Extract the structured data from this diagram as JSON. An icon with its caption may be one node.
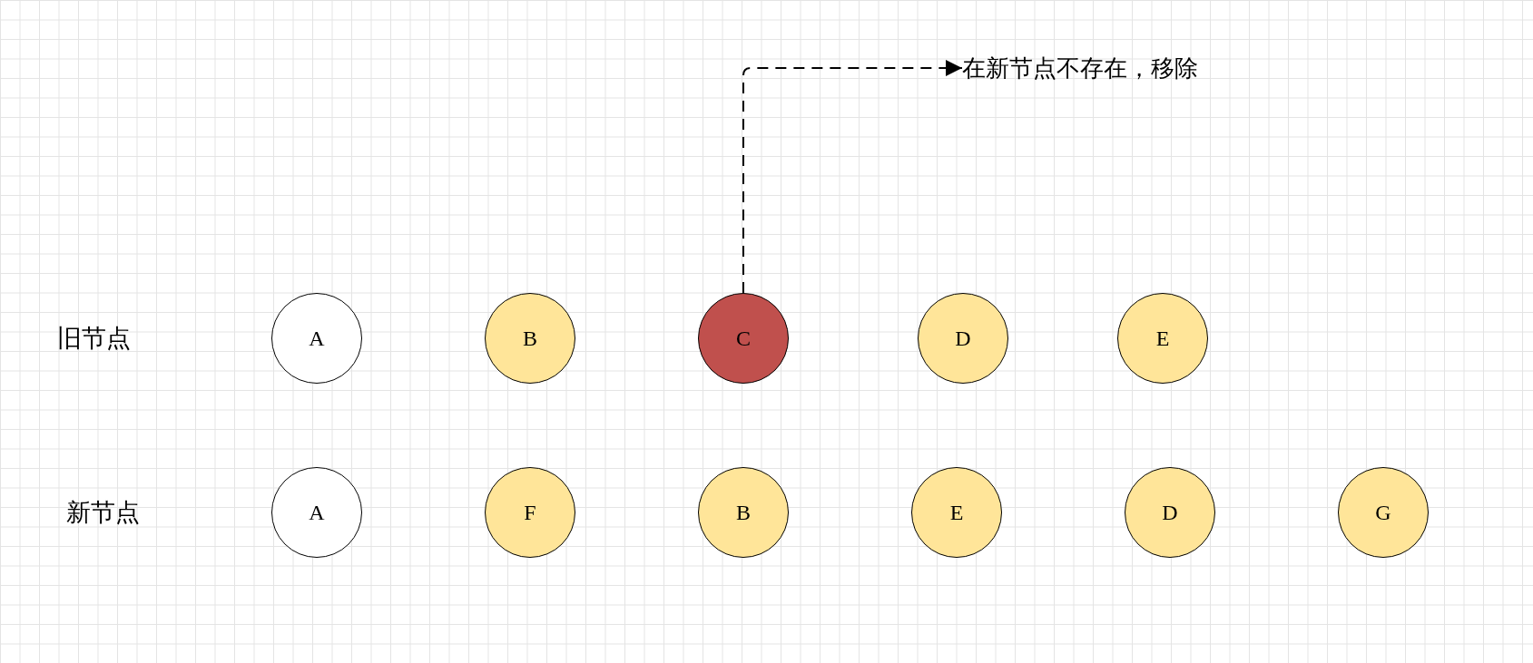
{
  "diagram": {
    "nodes": [
      {
        "text": [
          "A"
        ]
      },
      {
        "text": [
          "B"
        ]
      },
      {
        "text": [
          "C"
        ]
      },
      {
        "text": [
          "D"
        ]
      },
      {
        "text": [
          "E"
        ]
      },
      {
        "text": [
          "A"
        ]
      },
      {
        "text": [
          "F"
        ]
      },
      {
        "text": [
          "B"
        ]
      },
      {
        "text": [
          "E"
        ]
      },
      {
        "text": [
          "D"
        ]
      },
      {
        "text": [
          "G"
        ]
      },
      {
        "text": [
          "在新节点不存在，移除"
        ]
      }
    ],
    "edges": [
      {
        "from": 2,
        "to": 11,
        "arrow": "to",
        "style": "dashed"
      }
    ],
    "labels": [
      "旧节点",
      "新节点"
    ]
  }
}
